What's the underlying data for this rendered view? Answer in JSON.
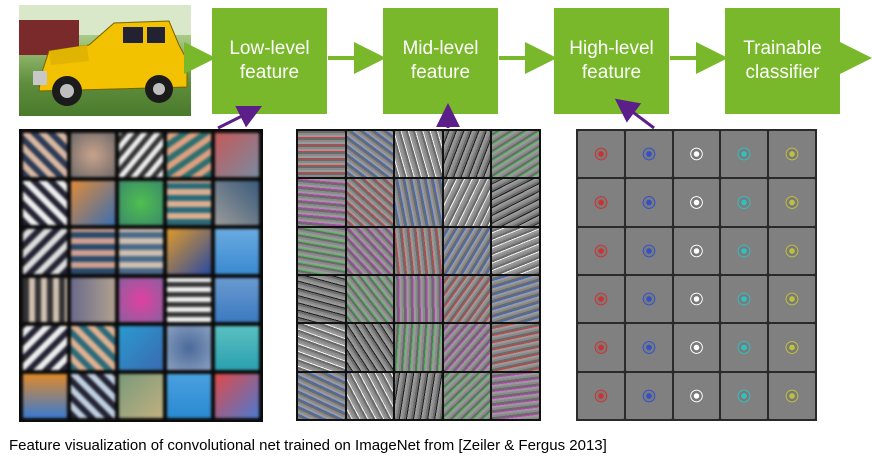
{
  "stages": [
    {
      "label": "Low-level\nfeature"
    },
    {
      "label": "Mid-level\nfeature"
    },
    {
      "label": "High-level\nfeature"
    },
    {
      "label": "Trainable\nclassifier"
    }
  ],
  "caption": "Feature visualization of convolutional net trained on ImageNet from [Zeiler & Fergus 2013]",
  "colors": {
    "box": "#78b82a",
    "flow_arrow": "#78b82a",
    "pointer_arrow": "#5c1f8a",
    "car": "#f2c200"
  }
}
